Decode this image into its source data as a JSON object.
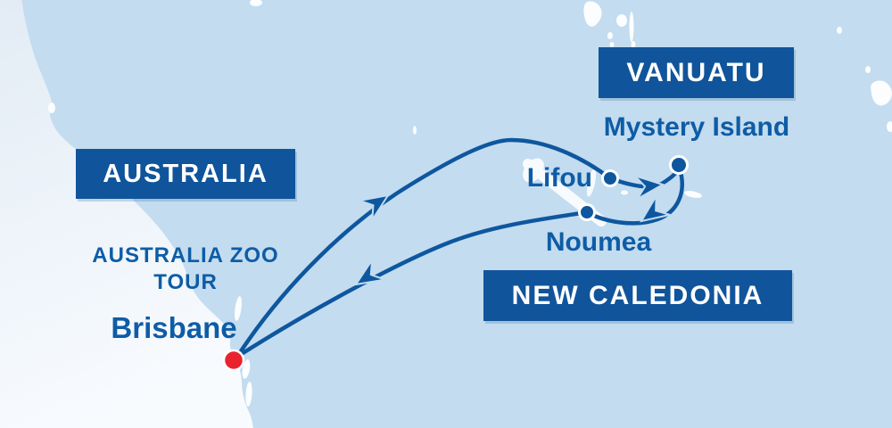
{
  "region_labels": {
    "australia": "AUSTRALIA",
    "vanuatu": "VANUATU",
    "new_caledonia": "NEW CALEDONIA"
  },
  "ports": {
    "brisbane": "Brisbane",
    "lifou": "Lifou",
    "noumea": "Noumea",
    "mystery_island": "Mystery Island"
  },
  "tour_note": {
    "line1": "AUSTRALIA ZOO",
    "line2": "TOUR"
  },
  "route": {
    "legs": [
      {
        "from": "Brisbane",
        "to": "Lifou"
      },
      {
        "from": "Lifou",
        "to": "Mystery Island"
      },
      {
        "from": "Mystery Island",
        "to": "Noumea"
      },
      {
        "from": "Noumea",
        "to": "Brisbane"
      }
    ]
  },
  "colors": {
    "ocean": "#c3dcef",
    "land_light": "#f6fafd",
    "land_dark": "#e2ebf4",
    "islands": "#fbfdff",
    "route_line": "#0e579f",
    "region_box_bg": "#10549b",
    "region_box_text": "#ffffff",
    "port_label_text": "#0e5ca6",
    "port_marker": "#0e579f",
    "embark_marker": "#e8232e"
  }
}
